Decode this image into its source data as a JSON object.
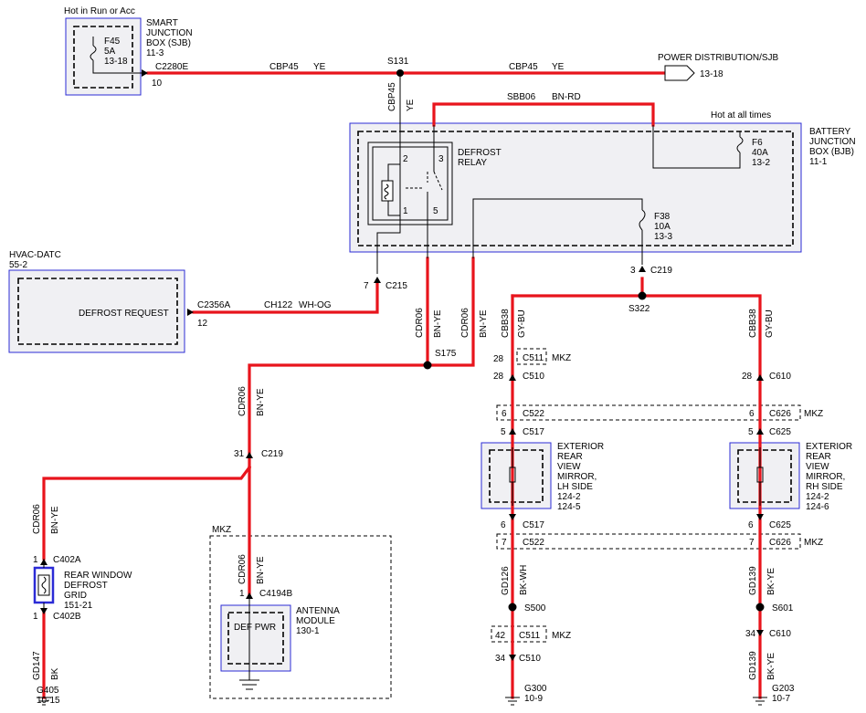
{
  "labels": {
    "sjb_hot": "Hot in Run or Acc",
    "sjb_name1": "SMART",
    "sjb_name2": "JUNCTION",
    "sjb_name3": "BOX (SJB)",
    "sjb_ref": "11-3",
    "f45_name": "F45",
    "f45_amps": "5A",
    "f45_ref": "13-18",
    "c2280e": "C2280E",
    "c2280e_pin": "10",
    "cbp45_a": "CBP45",
    "ye_a": "YE",
    "s131": "S131",
    "cbp45_b": "CBP45",
    "ye_b": "YE",
    "pd_sjb": "POWER DISTRIBUTION/SJB",
    "pd_ref": "13-18",
    "cbp45_v": "CBP45",
    "ye_v": "YE",
    "sbb06": "SBB06",
    "bn_rd": "BN-RD",
    "hot_all": "Hot at all times",
    "bjb1": "BATTERY",
    "bjb2": "JUNCTION",
    "bjb3": "BOX (BJB)",
    "bjb_ref": "11-1",
    "f6_name": "F6",
    "f6_amps": "40A",
    "f6_ref": "13-2",
    "relay1": "DEFROST",
    "relay2": "RELAY",
    "pin2": "2",
    "pin3": "3",
    "pin1": "1",
    "pin5": "5",
    "f38_name": "F38",
    "f38_amps": "10A",
    "f38_ref": "13-3",
    "hvac_name": "HVAC-DATC",
    "hvac_ref": "55-2",
    "defrost_request": "DEFROST REQUEST",
    "c2356a": "C2356A",
    "c2356a_pin": "12",
    "ch122": "CH122",
    "wh_og": "WH-OG",
    "c215_pin": "7",
    "c215": "C215",
    "c219_top_pin": "3",
    "c219_top": "C219",
    "s322": "S322",
    "cdr06_a": "CDR06",
    "bn_ye_a": "BN-YE",
    "cdr06_b": "CDR06",
    "bn_ye_b": "BN-YE",
    "s175": "S175",
    "cbb38_l": "CBB38",
    "gy_bu_l": "GY-BU",
    "cbb38_r": "CBB38",
    "gy_bu_r": "GY-BU",
    "c511_pin_top": "28",
    "c511": "C511",
    "mkz1": "MKZ",
    "c510_pin": "28",
    "c510": "C510",
    "c610_pin": "28",
    "c610": "C610",
    "c522_pin": "6",
    "c522": "C522",
    "c626_pin": "6",
    "c626": "C626",
    "mkz2": "MKZ",
    "c517_pin": "5",
    "c517": "C517",
    "c625_pin": "5",
    "c625": "C625",
    "mir_l1": "EXTERIOR",
    "mir_l2": "REAR",
    "mir_l3": "VIEW",
    "mir_l4": "MIRROR,",
    "mir_l5": "LH SIDE",
    "mir_l6": "124-2",
    "mir_l7": "124-5",
    "mir_r1": "EXTERIOR",
    "mir_r2": "REAR",
    "mir_r3": "VIEW",
    "mir_r4": "MIRROR,",
    "mir_r5": "RH SIDE",
    "mir_r6": "124-2",
    "mir_r7": "124-6",
    "c517b_pin": "6",
    "c517b": "C517",
    "c625b_pin": "6",
    "c625b": "C625",
    "c522b_pin": "7",
    "c522b": "C522",
    "c626b_pin": "7",
    "c626b": "C626",
    "mkz3": "MKZ",
    "gd126": "GD126",
    "bk_wh": "BK-WH",
    "gd139_a": "GD139",
    "bk_ye_a": "BK-YE",
    "s500": "S500",
    "s601": "S601",
    "c511b_pin": "42",
    "c511b": "C511",
    "mkz4": "MKZ",
    "c610b_pin": "34",
    "c610b": "C610",
    "c510b_pin": "34",
    "c510b": "C510",
    "gd139_b": "GD139",
    "bk_ye_b": "BK-YE",
    "g300": "G300",
    "g300_ref": "10-9",
    "g203": "G203",
    "g203_ref": "10-7",
    "cdr06_c": "CDR06",
    "bn_ye_c": "BN-YE",
    "c219_31_pin": "31",
    "c219_31": "C219",
    "cdr06_d": "CDR06",
    "bn_ye_d": "BN-YE",
    "c402a_pin": "1",
    "c402a": "C402A",
    "rwd1": "REAR WINDOW",
    "rwd2": "DEFROST",
    "rwd3": "GRID",
    "rwd4": "151-21",
    "c402b_pin": "1",
    "c402b": "C402B",
    "gd147": "GD147",
    "bk": "BK",
    "g405": "G405",
    "g405_ref": "10-15",
    "mkz5": "MKZ",
    "cdr06_e": "CDR06",
    "bn_ye_e": "BN-YE",
    "c4194b_pin": "1",
    "c4194b": "C4194B",
    "def_pwr": "DEF PWR",
    "ant1": "ANTENNA",
    "ant2": "MODULE",
    "ant3": "130-1"
  },
  "colors": {
    "wire": "#e8141c",
    "component_border": "#2b2bd6",
    "component_fill": "#f0f0f3"
  }
}
